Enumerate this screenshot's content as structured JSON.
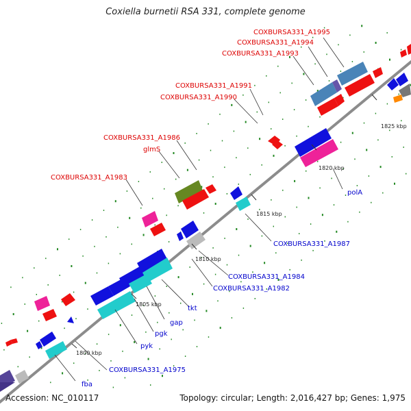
{
  "title": "Coxiella burnetii RSA 331, complete genome",
  "footer": {
    "accession": "Accession: NC_010117",
    "summary": "Topology: circular; Length: 2,016,427 bp; Genes: 1,975"
  },
  "ticks": [
    "1800 kbp",
    "1805 kbp",
    "1810 kbp",
    "1815 kbp",
    "1820 kbp",
    "1825 kbp"
  ],
  "upper_labels": [
    "COXBURSA331_A1995",
    "COXBURSA331_A1994",
    "COXBURSA331_A1993",
    "COXBURSA331_A1991",
    "COXBURSA331_A1990",
    "COXBURSA331_A1986",
    "glmS",
    "COXBURSA331_A1983"
  ],
  "lower_labels": [
    "polA",
    "COXBURSA331_A1987",
    "COXBURSA331_A1984",
    "COXBURSA331_A1982",
    "tkt",
    "gap",
    "pgk",
    "pyk",
    "COXBURSA331_A1975",
    "fba"
  ],
  "colors": {
    "backbone": "#8c8c8c",
    "upper_label": "#dd0000",
    "lower_label": "#0000cc",
    "red": "#ee1111",
    "blue": "#1111dd",
    "cyan": "#22cccc",
    "magenta": "#ee2299",
    "olive": "#668822",
    "steelblue": "#4a84b8",
    "purple": "#6655aa",
    "gray": "#bbbbbb",
    "orange": "#ff8800",
    "dots": "#228822"
  }
}
